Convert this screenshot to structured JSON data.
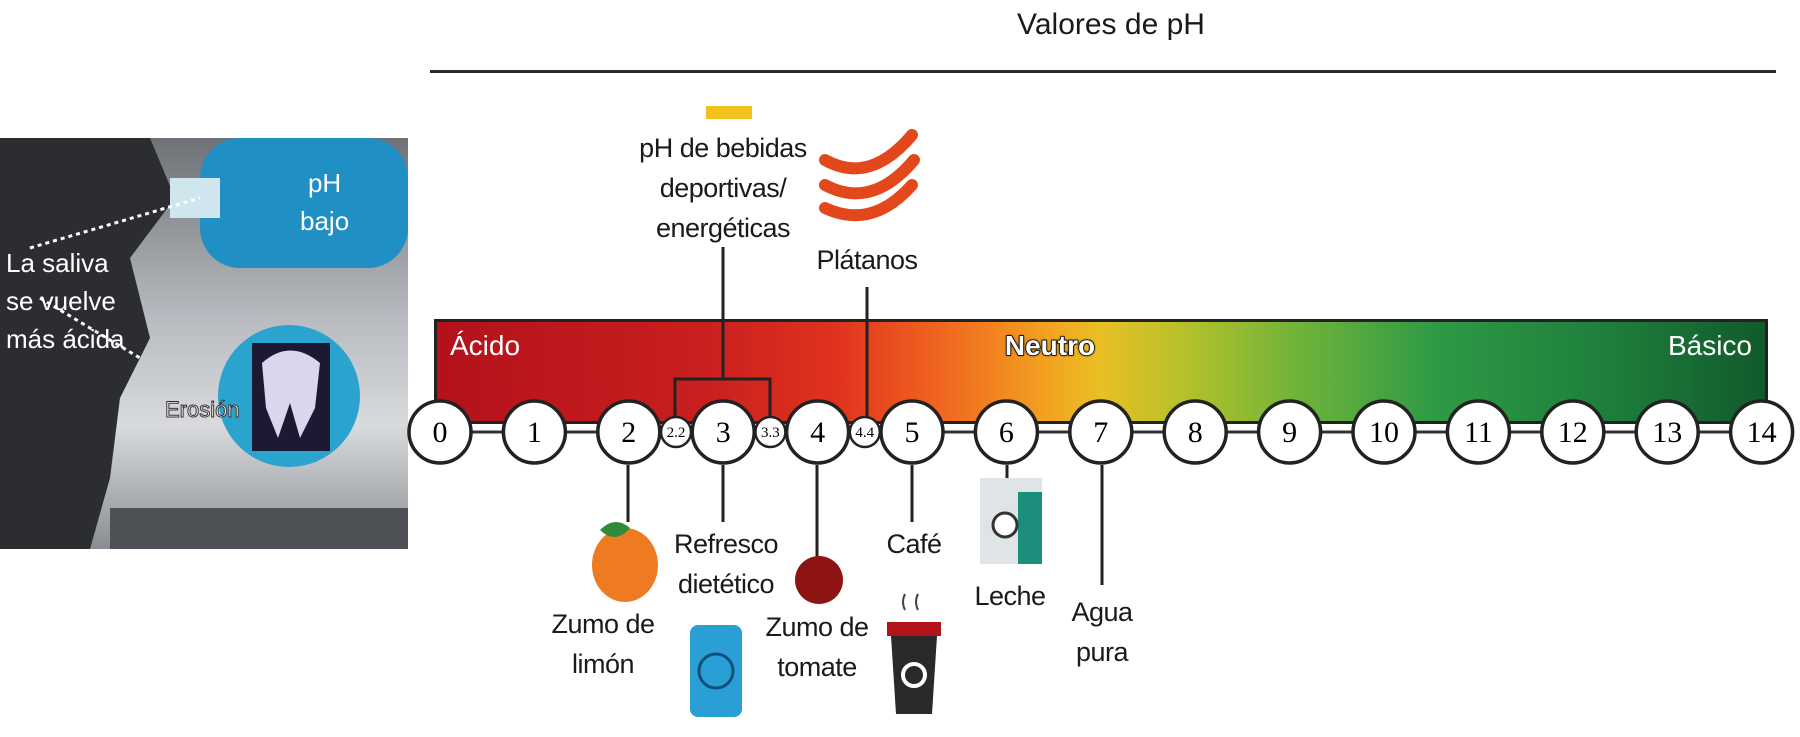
{
  "title": "Valores de pH",
  "photo": {
    "bottle_label": [
      "pH",
      "bajo"
    ],
    "saliva_label": [
      "La saliva",
      "se vuelve",
      "más ácida"
    ],
    "erosion_label": "Erosión"
  },
  "scale": {
    "acid_label": "Ácido",
    "neutral_label": "Neutro",
    "basic_label": "Básico",
    "values": [
      "0",
      "1",
      "2",
      "3",
      "4",
      "5",
      "6",
      "7",
      "8",
      "9",
      "10",
      "11",
      "12",
      "13",
      "14"
    ],
    "intermediate_values": [
      "2.2",
      "3.3",
      "4.4"
    ],
    "colors": {
      "acid": "#b3121b",
      "neutral": "#e8c024",
      "basic": "#125a2c"
    }
  },
  "items_above": {
    "sports_drinks": [
      "pH de bebidas",
      "deportivas/",
      "energéticas"
    ],
    "bananas": "Plátanos"
  },
  "items_below": {
    "lemon": [
      "Zumo de",
      "limón"
    ],
    "diet_soda": [
      "Refresco",
      "dietético"
    ],
    "tomato": [
      "Zumo de",
      "tomate"
    ],
    "coffee": "Café",
    "milk": "Leche",
    "water": [
      "Agua",
      "pura"
    ]
  }
}
